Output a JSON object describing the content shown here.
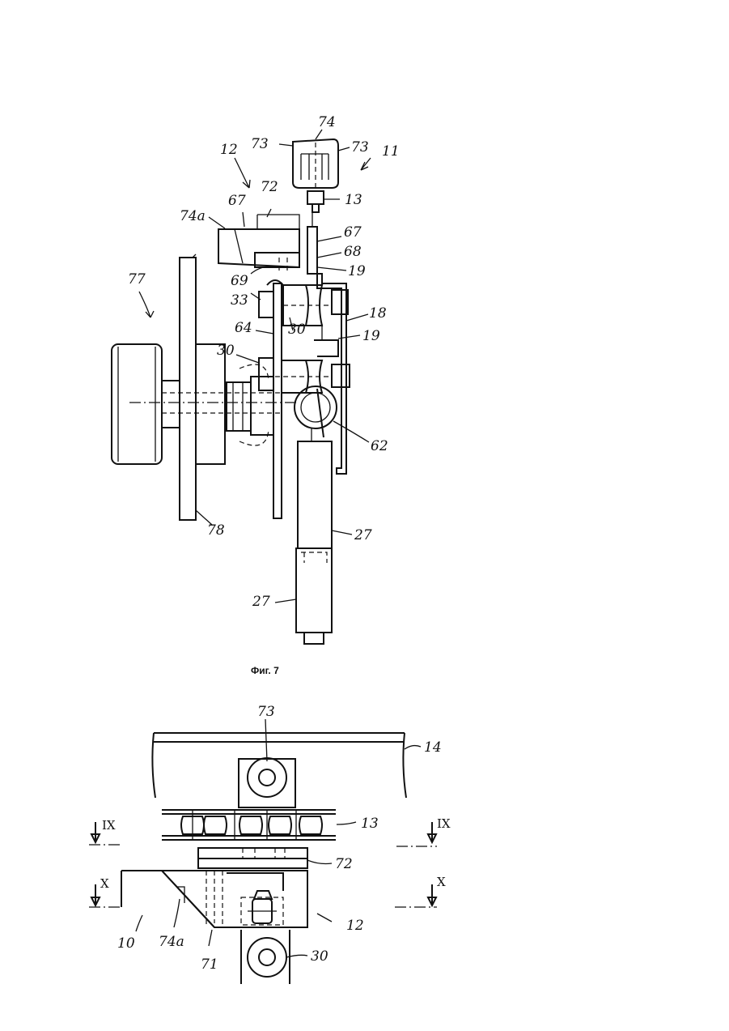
{
  "figure7": {
    "caption": "Фиг. 7",
    "labels": [
      "74",
      "73",
      "73",
      "11",
      "12",
      "72",
      "13",
      "67",
      "74a",
      "67",
      "68",
      "19",
      "69",
      "33",
      "18",
      "64",
      "30",
      "19",
      "77",
      "30",
      "62",
      "27",
      "78",
      "27"
    ]
  },
  "figure8": {
    "labels": [
      "73",
      "14",
      "IX",
      "IX",
      "13",
      "72",
      "X",
      "X",
      "12",
      "10",
      "74a",
      "71",
      "30"
    ]
  }
}
